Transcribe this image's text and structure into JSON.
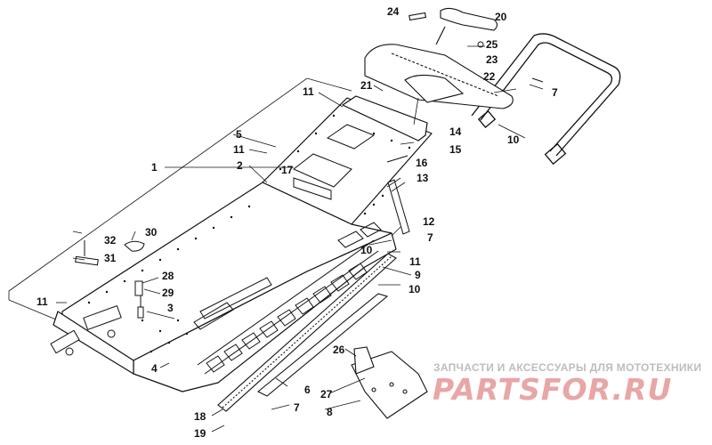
{
  "callouts": [
    {
      "id": "c1",
      "label": "1"
    },
    {
      "id": "c2",
      "label": "2"
    },
    {
      "id": "c3",
      "label": "3"
    },
    {
      "id": "c4",
      "label": "4"
    },
    {
      "id": "c5",
      "label": "5"
    },
    {
      "id": "c6",
      "label": "6"
    },
    {
      "id": "c7a",
      "label": "7"
    },
    {
      "id": "c7b",
      "label": "7"
    },
    {
      "id": "c7c",
      "label": "7"
    },
    {
      "id": "c8",
      "label": "8"
    },
    {
      "id": "c9",
      "label": "9"
    },
    {
      "id": "c10a",
      "label": "10"
    },
    {
      "id": "c10b",
      "label": "10"
    },
    {
      "id": "c10c",
      "label": "10"
    },
    {
      "id": "c11a",
      "label": "11"
    },
    {
      "id": "c11b",
      "label": "11"
    },
    {
      "id": "c11c",
      "label": "11"
    },
    {
      "id": "c11d",
      "label": "11"
    },
    {
      "id": "c12",
      "label": "12"
    },
    {
      "id": "c13",
      "label": "13"
    },
    {
      "id": "c14",
      "label": "14"
    },
    {
      "id": "c15",
      "label": "15"
    },
    {
      "id": "c16",
      "label": "16"
    },
    {
      "id": "c17",
      "label": "17"
    },
    {
      "id": "c18",
      "label": "18"
    },
    {
      "id": "c19",
      "label": "19"
    },
    {
      "id": "c20",
      "label": "20"
    },
    {
      "id": "c21",
      "label": "21"
    },
    {
      "id": "c22",
      "label": "22"
    },
    {
      "id": "c23",
      "label": "23"
    },
    {
      "id": "c24",
      "label": "24"
    },
    {
      "id": "c25",
      "label": "25"
    },
    {
      "id": "c26",
      "label": "26"
    },
    {
      "id": "c27",
      "label": "27"
    },
    {
      "id": "c28",
      "label": "28"
    },
    {
      "id": "c29",
      "label": "29"
    },
    {
      "id": "c30",
      "label": "30"
    },
    {
      "id": "c31",
      "label": "31"
    },
    {
      "id": "c32",
      "label": "32"
    }
  ],
  "watermark": {
    "tagline": "ЗАПЧАСТИ И АКСЕССУАРЫ ДЛЯ МОТОТЕХНИКИ",
    "brand": "PARTSFOR.RU",
    "tagline_color": "#bdbdbd",
    "brand_color": "#e8a6a6"
  },
  "colors": {
    "line": "#111111",
    "background": "#ffffff"
  }
}
